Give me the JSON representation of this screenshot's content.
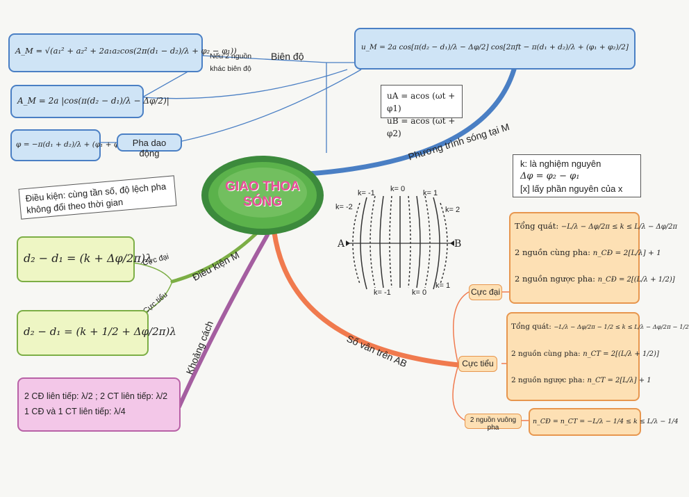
{
  "center": {
    "line1": "GIAO THOA",
    "line2": "SÓNG"
  },
  "top_left": {
    "am_general": "A_M = √(a₁² + a₂² + 2a₁a₂cos(2π(d₁ − d₂)/λ + φ₂ − φ₁))",
    "am_equal": "A_M = 2a |cos(π(d₂ − d₁)/λ − Δφ/2)|",
    "phase": "φ = −π(d₁ + d₂)/λ + (φ₁ + φ₂)/2",
    "note_line1": "Nếu 2 nguồn",
    "note_line2": "khác biên độ",
    "bien_do": "Biên độ",
    "pha_dao_dong": "Pha dao động"
  },
  "top_right": {
    "um": "u_M = 2a cos[π(d₂ − d₁)/λ − Δφ/2] cos[2πft − π(d₁ + d₂)/λ + (φ₁ + φ₂)/2]",
    "ua": "uA = acos (ωt + φ1)",
    "ub": "uB = acos (ωt + φ2)",
    "branch": "Phương trình sóng tại M"
  },
  "conditions": "Điều kiện: cùng tần số, độ lệch pha không đổi theo thời gian",
  "legend": {
    "line1": "k: là nghiệm nguyên",
    "line2": "Δφ = φ₂ − φ₁",
    "line3": "[x] lấy phần nguyên của x"
  },
  "left": {
    "branch_dk": "Điều kiện M",
    "cuc_dai": "Cực đại",
    "cuc_tieu": "Cực tiểu",
    "f_max": "d₂ − d₁ = (k + Δφ/2π)λ",
    "f_min": "d₂ − d₁ = (k + 1/2 + Δφ/2π)λ",
    "branch_kc": "Khoảng cách",
    "kc_line1": "2 CĐ liên tiếp: λ/2 ; 2 CT liên tiếp: λ/2",
    "kc_line2": "1 CĐ và 1 CT liên tiếp: λ/4"
  },
  "diagram": {
    "A": "A",
    "B": "B",
    "k_m2": "k= -2",
    "k_m1_top": "k= -1",
    "k_0_top": "k= 0",
    "k_1_top": "k= 1",
    "k_2": "k= 2",
    "k_m1_bot": "k= -1",
    "k_0_bot": "k= 0",
    "k_1_bot": "k= 1"
  },
  "right": {
    "branch": "Số vân trên AB",
    "cuc_dai": "Cực đại",
    "cuc_tieu": "Cực tiểu",
    "vuong_pha": "2 nguồn vuông pha",
    "cd_general_label": "Tổng quát:",
    "cd_general": "−L/λ − Δφ/2π ≤ k ≤ L/λ − Δφ/2π",
    "cd_cung_label": "2 nguồn cùng pha:",
    "cd_cung": "n_CĐ = 2[L/λ] + 1",
    "cd_nguoc_label": "2 nguồn ngược pha:",
    "cd_nguoc": "n_CĐ = 2[(L/λ + 1/2)]",
    "ct_general_label": "Tổng quát:",
    "ct_general": "−L/λ − Δφ/2π − 1/2 ≤ k ≤ L/λ − Δφ/2π − 1/2",
    "ct_cung_label": "2 nguồn cùng pha:",
    "ct_cung": "n_CT = 2[(L/λ + 1/2)]",
    "ct_nguoc_label": "2 nguồn ngược pha:",
    "ct_nguoc": "n_CT = 2[L/λ] + 1",
    "vp": "n_CĐ = n_CT = −L/λ − 1/4 ≤ k ≤ L/λ − 1/4"
  },
  "colors": {
    "blue": "#4a7fc4",
    "green": "#7cae45",
    "pink": "#b861a6",
    "orange": "#e7964e",
    "title": "#e94f9a"
  }
}
